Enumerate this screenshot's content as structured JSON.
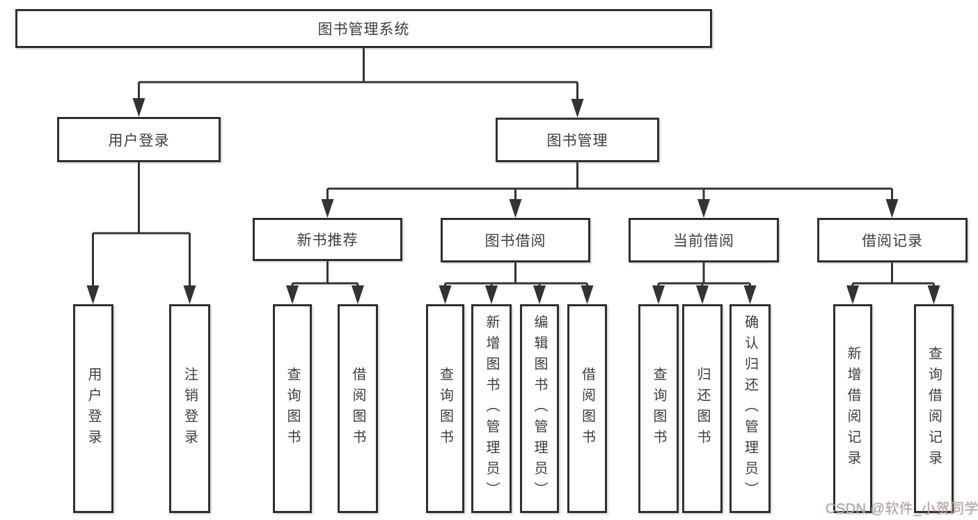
{
  "diagram": {
    "tree": {
      "root": {
        "label": "图书管理系统",
        "children": [
          {
            "label": "用户登录",
            "children": [
              {
                "label": "用户登录"
              },
              {
                "label": "注销登录"
              }
            ]
          },
          {
            "label": "图书管理",
            "children": [
              {
                "label": "新书推荐",
                "children": [
                  {
                    "label": "查询图书"
                  },
                  {
                    "label": "借阅图书"
                  }
                ]
              },
              {
                "label": "图书借阅",
                "children": [
                  {
                    "label": "查询图书"
                  },
                  {
                    "label": "新增图书（管理员）"
                  },
                  {
                    "label": "编辑图书（管理员）"
                  },
                  {
                    "label": "借阅图书"
                  }
                ]
              },
              {
                "label": "当前借阅",
                "children": [
                  {
                    "label": "查询图书"
                  },
                  {
                    "label": "归还图书"
                  },
                  {
                    "label": "确认归还（管理员）"
                  }
                ]
              },
              {
                "label": "借阅记录",
                "children": [
                  {
                    "label": "新增借阅记录"
                  },
                  {
                    "label": "查询借阅记录"
                  }
                ]
              }
            ]
          }
        ]
      }
    },
    "colors": {
      "line": "#333333",
      "border": "#2f2f2f",
      "text": "#3d3d42",
      "background": "#ffffff",
      "watermark_gray": "#a9a9a9"
    }
  },
  "watermark": {
    "text": "CSDN @软件_小贺同学"
  }
}
